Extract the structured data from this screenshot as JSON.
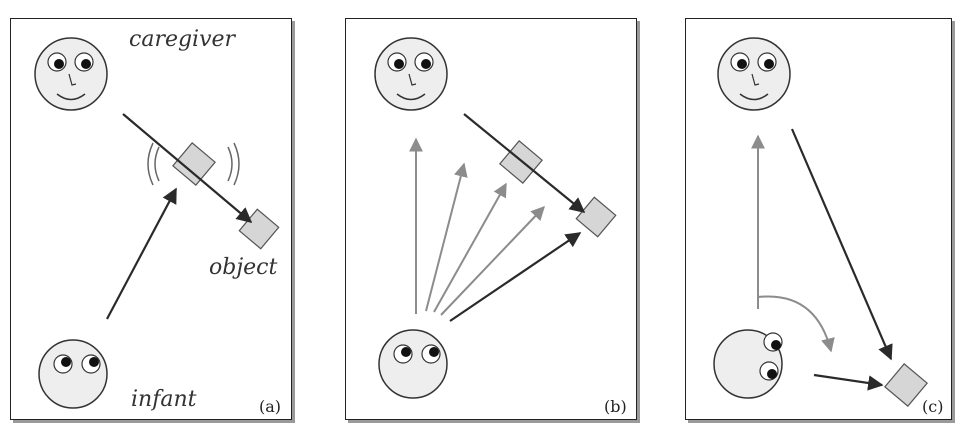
{
  "panels": [
    {
      "tag": "(a)",
      "labels": {
        "caregiver": "caregiver",
        "object": "object",
        "infant": "infant"
      }
    },
    {
      "tag": "(b)"
    },
    {
      "tag": "(c)"
    }
  ],
  "colors": {
    "face_fill": "#eeeeee",
    "object_fill": "#d6d6d6",
    "pupil": "#111111",
    "dark_arrow": "#2a2a2a",
    "gray_arrow": "#8c8c8c"
  }
}
